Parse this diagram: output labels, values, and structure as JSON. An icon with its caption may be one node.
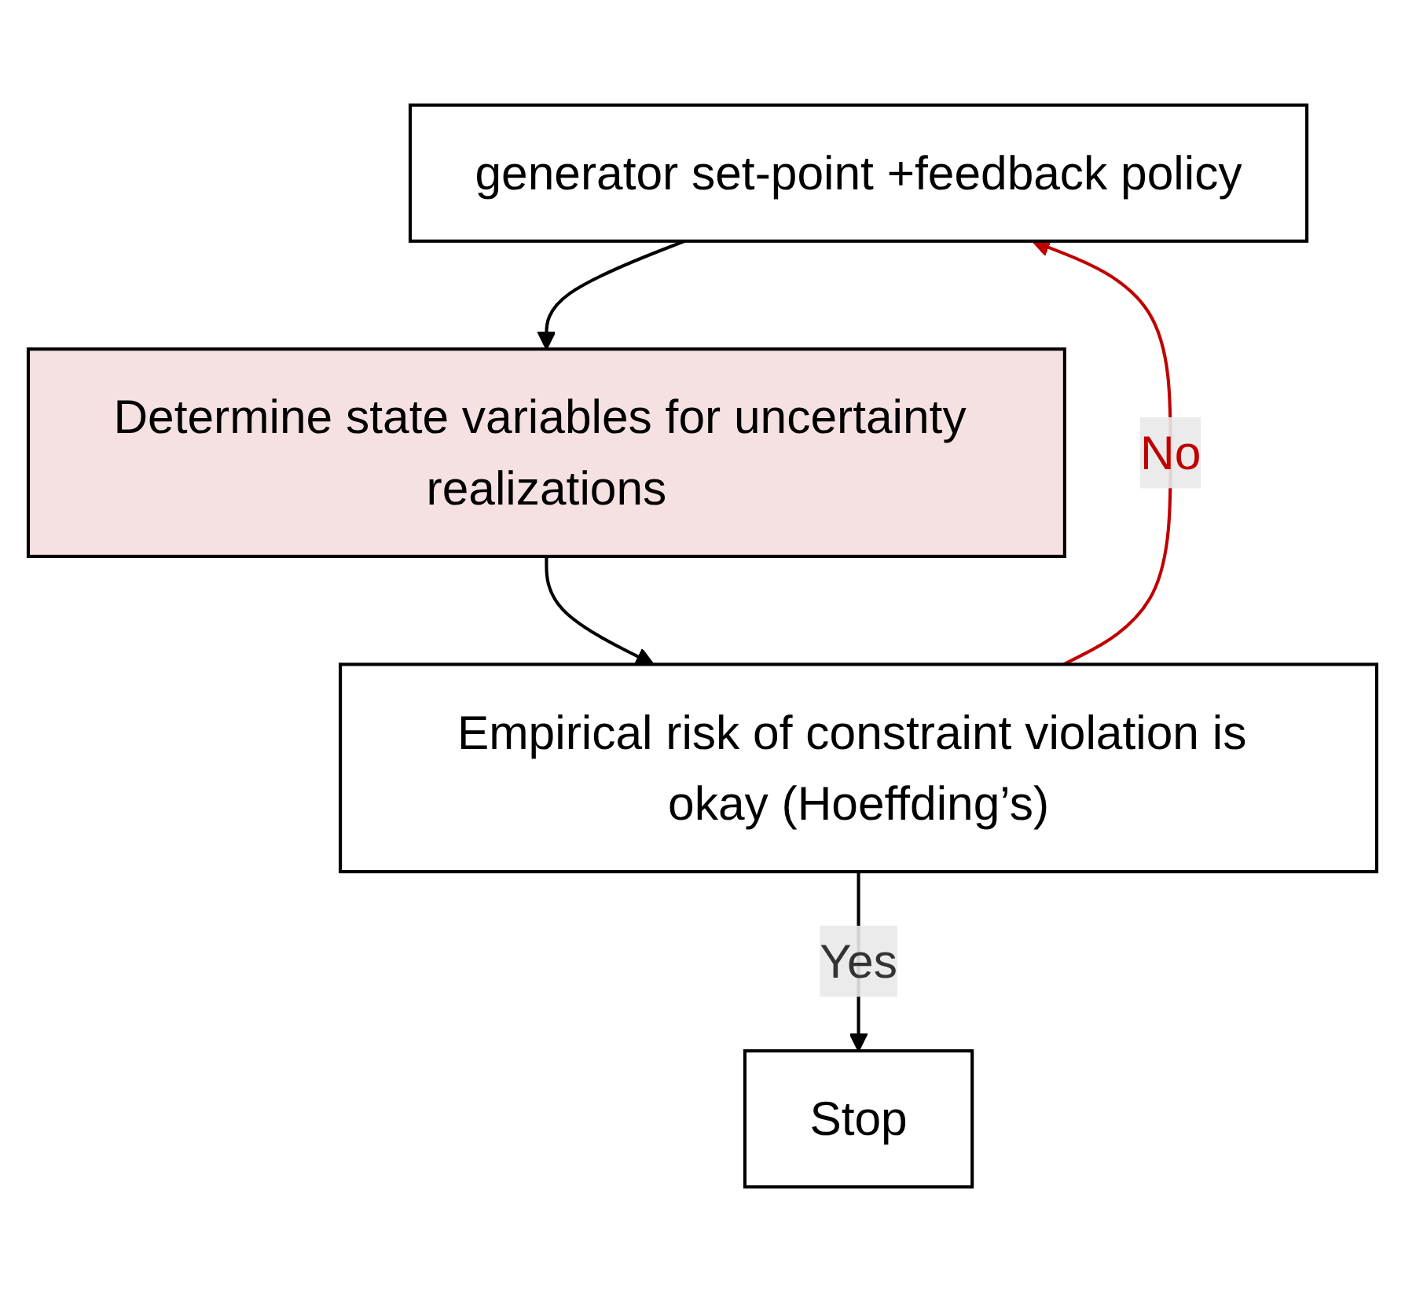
{
  "diagram": {
    "nodes": [
      {
        "text": [
          "generator set-point +feedback policy"
        ]
      },
      {
        "text": [
          "Determine state variables for uncertainty realizations"
        ]
      },
      {
        "text": [
          "Empirical risk of constraint violation is okay (Hoeffding’s)"
        ]
      },
      {
        "text": [
          "Stop"
        ]
      }
    ],
    "edges": [
      {
        "from": 0,
        "to": 1,
        "arrow": "to"
      },
      {
        "from": 1,
        "to": 2,
        "arrow": "to"
      },
      {
        "from": 2,
        "to": 0,
        "arrow": "to",
        "label": "No",
        "color": "#c00000"
      },
      {
        "from": 2,
        "to": 3,
        "arrow": "to",
        "label": "Yes"
      }
    ]
  }
}
